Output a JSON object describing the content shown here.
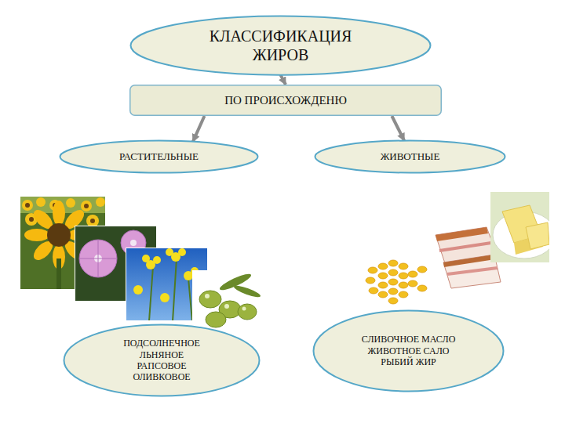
{
  "diagram": {
    "nodes": [
      {
        "text": [
          "КЛАССИФИКАЦИЯ ЖИРОВ"
        ]
      },
      {
        "text": [
          "ПО ПРОИСХОЖДЕНЮ"
        ]
      },
      {
        "text": [
          "РАСТИТЕЛЬНЫЕ"
        ]
      },
      {
        "text": [
          "ЖИВОТНЫЕ"
        ]
      },
      {
        "text": [
          "ПОДСОЛНЕЧНОЕ",
          "ЛЬНЯНОЕ",
          "РАПСОВОЕ",
          "ОЛИВКОВОЕ"
        ]
      },
      {
        "text": [
          "СЛИВОЧНОЕ МАСЛО",
          "ЖИВОТНОЕ САЛО",
          "РЫБИЙ ЖИР"
        ]
      }
    ],
    "edges": [
      {
        "from": 0,
        "to": 1,
        "arrow": "to"
      },
      {
        "from": 1,
        "to": 2,
        "arrow": "to"
      },
      {
        "from": 1,
        "to": 3,
        "arrow": "to"
      }
    ]
  }
}
